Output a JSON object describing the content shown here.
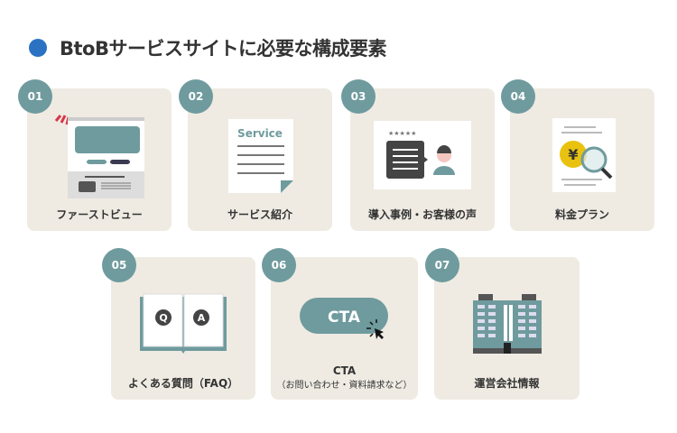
{
  "title": "BtoBサービスサイトに必要な構成要素",
  "colors": {
    "accent": "#2b72c2",
    "teal": "#6f9b9e",
    "card": "#efebe3"
  },
  "cards": [
    {
      "num": "01",
      "label": "ファーストビュー",
      "icon": "webpage-icon"
    },
    {
      "num": "02",
      "label": "サービス紹介",
      "icon": "document-icon",
      "doc_title": "Service"
    },
    {
      "num": "03",
      "label": "導入事例・お客様の声",
      "icon": "testimonial-icon",
      "stars": "★★★★★"
    },
    {
      "num": "04",
      "label": "料金プラン",
      "icon": "price-search-icon",
      "currency": "¥"
    },
    {
      "num": "05",
      "label": "よくある質問（FAQ）",
      "icon": "qa-book-icon",
      "q": "Q",
      "a": "A"
    },
    {
      "num": "06",
      "label": "CTA",
      "sublabel": "（お問い合わせ・資料請求など）",
      "icon": "cta-button-icon",
      "button": "CTA"
    },
    {
      "num": "07",
      "label": "運営会社情報",
      "icon": "building-icon"
    }
  ]
}
